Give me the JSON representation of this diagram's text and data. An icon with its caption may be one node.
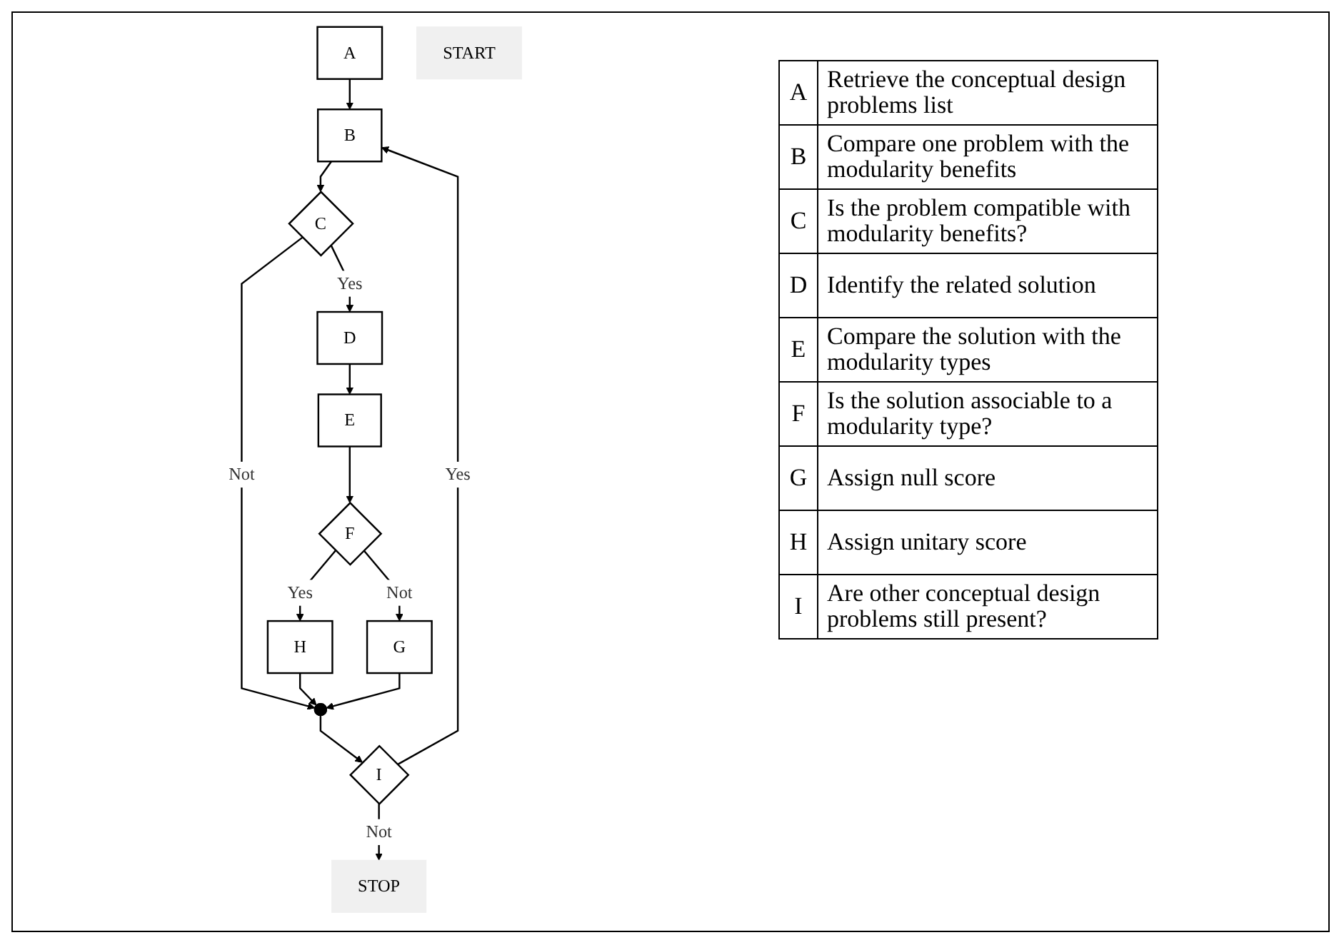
{
  "diagram": {
    "nodes": [
      {
        "text": [
          "A"
        ]
      },
      {
        "text": [
          "START"
        ]
      },
      {
        "text": [
          "B"
        ]
      },
      {
        "text": [
          "I"
        ]
      },
      {
        "text": [
          "STOP"
        ]
      },
      {
        "text": [
          "C"
        ]
      },
      {
        "text": [],
        "shape": "circle"
      },
      {
        "text": [
          "D"
        ]
      },
      {
        "text": [
          "E"
        ]
      },
      {
        "text": [
          "F"
        ]
      },
      {
        "text": [
          "H"
        ]
      },
      {
        "text": [
          "G"
        ]
      }
    ],
    "edges": [
      {
        "from": 0,
        "to": 2,
        "arrow": "to"
      },
      {
        "from": 3,
        "to": 2,
        "label": "Yes",
        "arrow": "to"
      },
      {
        "from": 3,
        "to": 4,
        "label": "Not",
        "arrow": "to"
      },
      {
        "from": 2,
        "to": 5,
        "arrow": "to"
      },
      {
        "from": 5,
        "to": 6,
        "label": "Not",
        "arrow": "to"
      },
      {
        "from": 5,
        "to": 7,
        "label": "Yes",
        "arrow": "to"
      },
      {
        "from": 7,
        "to": 8,
        "arrow": "to"
      },
      {
        "from": 8,
        "to": 9,
        "arrow": "to"
      },
      {
        "from": 9,
        "to": 10,
        "label": "Yes",
        "arrow": "to"
      },
      {
        "from": 10,
        "to": 6,
        "arrow": "to"
      },
      {
        "from": 9,
        "to": 11,
        "label": "Not",
        "arrow": "to"
      },
      {
        "from": 11,
        "to": 6,
        "arrow": "to"
      },
      {
        "from": 6,
        "to": 3,
        "arrow": "to"
      }
    ],
    "labels": [
      "A",
      "Retrieve the conceptual design problems list",
      "B",
      "Compare one problem with the modularity benefits",
      "C",
      "Is the problem compatible with modularity benefits?",
      "D",
      "Identify the related solution",
      "E",
      "Compare the solution with the modularity types",
      "F",
      "Is the solution associable to a modularity type?",
      "G",
      "Assign null score",
      "H",
      "Assign unitary score",
      "I",
      "Are other conceptual design problems still present?"
    ]
  }
}
